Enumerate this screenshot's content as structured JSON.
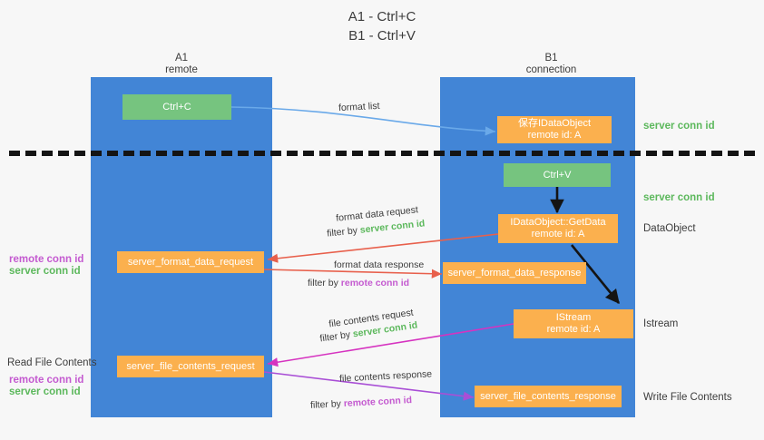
{
  "title": {
    "line1": "A1 - Ctrl+C",
    "line2": "B1 - Ctrl+V"
  },
  "columns": [
    {
      "name": "A1",
      "sub": "remote"
    },
    {
      "name": "B1",
      "sub": "connection"
    }
  ],
  "boxes": {
    "ctrl_c": "Ctrl+C",
    "ctrl_v": "Ctrl+V",
    "save_idataobject": {
      "line1": "保存IDataObject",
      "line2": "remote id: A"
    },
    "getdata": {
      "line1": "IDataObject::GetData",
      "line2": "remote id: A"
    },
    "istream": {
      "line1": "IStream",
      "line2": "remote id: A"
    },
    "server_format_data_request": "server_format_data_request",
    "server_format_data_response": "server_format_data_response",
    "server_file_contents_request": "server_file_contents_request",
    "server_file_contents_response": "server_file_contents_response"
  },
  "right_labels": {
    "server_conn_id_top": "server conn id",
    "server_conn_id_mid": "server conn id",
    "dataobject": "DataObject",
    "istream": "Istream",
    "write_file_contents": "Write File Contents"
  },
  "left_labels": {
    "remote_conn_id_1": "remote conn id",
    "server_conn_id_1": "server conn id",
    "read_file_contents": "Read File Contents",
    "remote_conn_id_2": "remote conn id",
    "server_conn_id_2": "server conn id"
  },
  "edges": {
    "format_list": "format list",
    "format_data_request": "format data request",
    "format_data_request_filter_prefix": "filter by ",
    "format_data_request_filter_key": "server conn id",
    "format_data_response": "format data response",
    "format_data_response_filter_prefix": "filter by ",
    "format_data_response_filter_key": "remote conn id",
    "file_contents_request": "file contents request",
    "file_contents_request_filter_prefix": "filter by ",
    "file_contents_request_filter_key": "server conn id",
    "file_contents_response": "file contents response",
    "file_contents_response_filter_prefix": "filter by ",
    "file_contents_response_filter_key": "remote conn id"
  },
  "colors": {
    "lane": "#4285d6",
    "green_box": "#76c47f",
    "orange_box": "#fbb04e",
    "green_text": "#5cb85c",
    "purple_text": "#c45ad0",
    "blue_arrow": "#6aa9e9",
    "red_arrow": "#e8604c",
    "magenta_arrow": "#d633c0",
    "purple_arrow": "#a94fd6",
    "black_arrow": "#141414",
    "background": "#f7f7f7"
  }
}
